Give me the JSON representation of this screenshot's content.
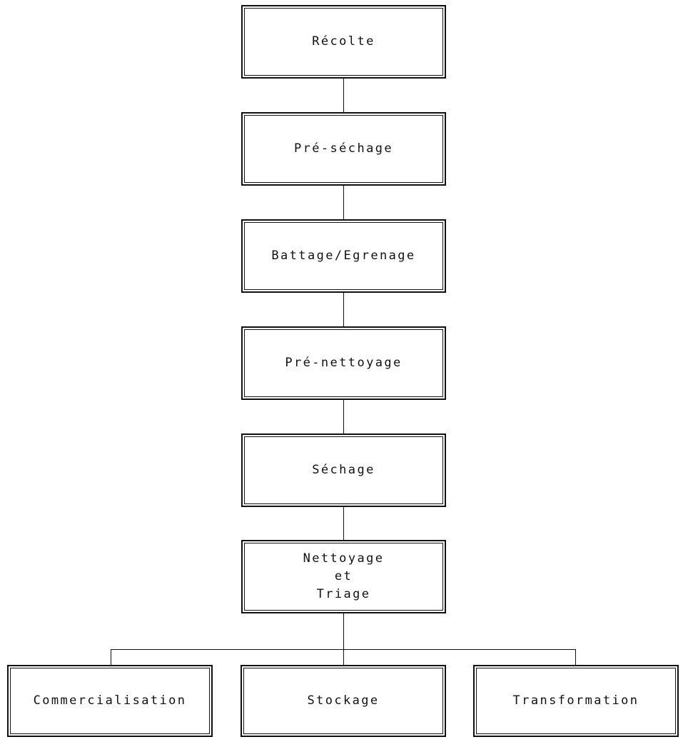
{
  "diagram": {
    "steps": [
      "Récolte",
      "Pré-séchage",
      "Battage/Egrenage",
      "Pré-nettoyage",
      "Séchage",
      "Nettoyage\net\nTriage"
    ],
    "outputs": [
      "Commercialisation",
      "Stockage",
      "Transformation"
    ]
  }
}
